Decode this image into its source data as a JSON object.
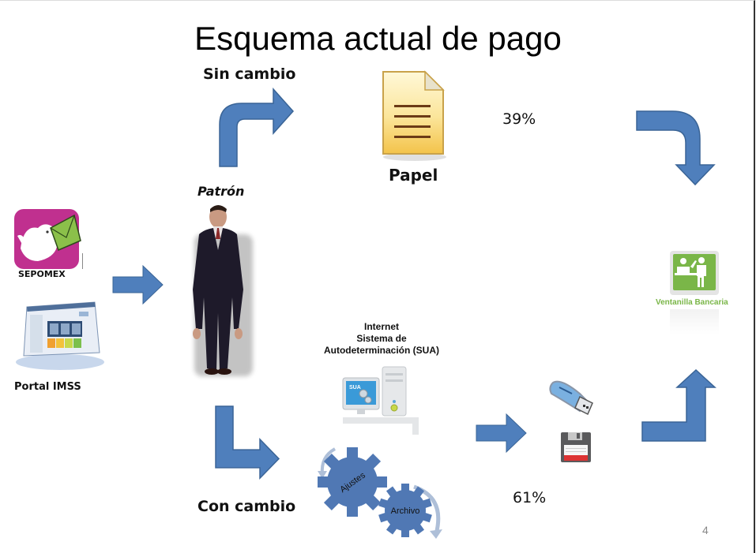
{
  "slide": {
    "title": "Esquema actual de pago",
    "page_number": "4"
  },
  "sources": {
    "sepomex_label": "SEPOMEX",
    "portal_label": "Portal IMSS"
  },
  "actor": {
    "label": "Patrón"
  },
  "branch_top": {
    "label": "Sin cambio",
    "document_label": "Papel",
    "percentage": "39%"
  },
  "branch_bottom": {
    "label": "Con cambio",
    "system_line1": "Internet",
    "system_line2": "Sistema de",
    "system_line3": "Autodeterminación (SUA)",
    "screen_label": "SUA",
    "gear1_label": "Ajustes",
    "gear2_label": "Archivo",
    "percentage": "61%"
  },
  "destination": {
    "label": "Ventanilla Bancaria"
  },
  "colors": {
    "arrow_fill": "#4f7fbc",
    "arrow_stroke": "#3a6496",
    "gear_fill": "#5078b4",
    "bank_green": "#7ab648",
    "sepomex_magenta": "#c0308f"
  }
}
